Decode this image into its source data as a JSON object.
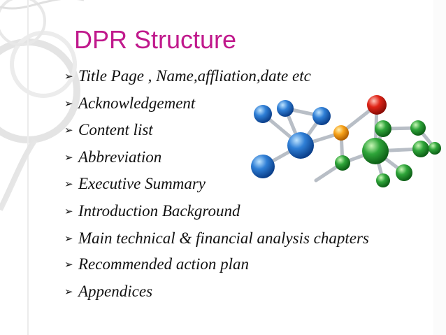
{
  "slide": {
    "title": "DPR Structure",
    "title_color": "#c0198c",
    "bullet_glyph": "➢",
    "items": [
      {
        "label": "Title Page , Name,affliation,date etc"
      },
      {
        "label": "Acknowledgement"
      },
      {
        "label": "Content list"
      },
      {
        "label": "Abbreviation"
      },
      {
        "label": "Executive Summary"
      },
      {
        "label": "Introduction Background"
      },
      {
        "label": "Main technical & financial analysis chapters"
      },
      {
        "label": "Recommended action plan"
      },
      {
        "label": "Appendices"
      }
    ],
    "illustration": "molecular-network-graphic"
  }
}
